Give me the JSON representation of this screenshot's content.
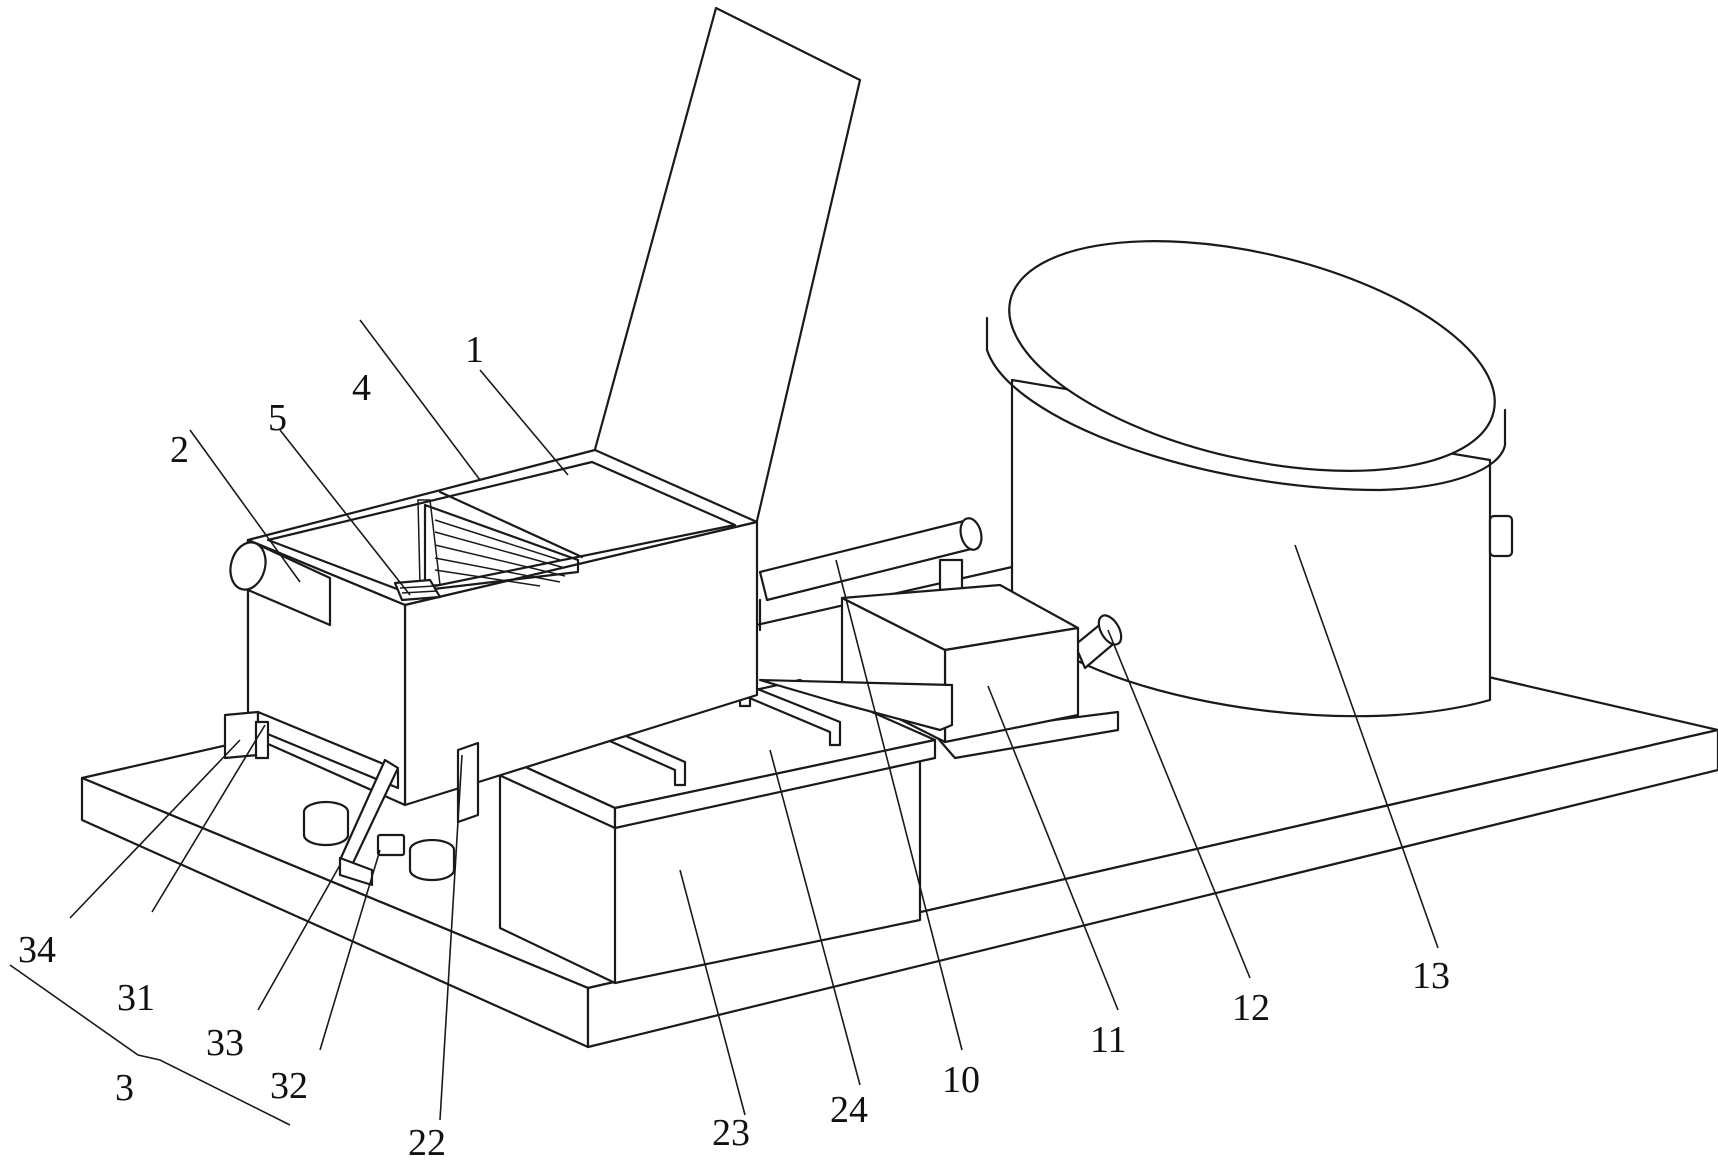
{
  "figure": {
    "labels": [
      {
        "id": "1",
        "text": "1"
      },
      {
        "id": "2",
        "text": "2"
      },
      {
        "id": "3",
        "text": "3"
      },
      {
        "id": "4",
        "text": "4"
      },
      {
        "id": "5",
        "text": "5"
      },
      {
        "id": "10",
        "text": "10"
      },
      {
        "id": "11",
        "text": "11"
      },
      {
        "id": "12",
        "text": "12"
      },
      {
        "id": "13",
        "text": "13"
      },
      {
        "id": "22",
        "text": "22"
      },
      {
        "id": "23",
        "text": "23"
      },
      {
        "id": "24",
        "text": "24"
      },
      {
        "id": "31",
        "text": "31"
      },
      {
        "id": "32",
        "text": "32"
      },
      {
        "id": "33",
        "text": "33"
      },
      {
        "id": "34",
        "text": "34"
      }
    ]
  }
}
